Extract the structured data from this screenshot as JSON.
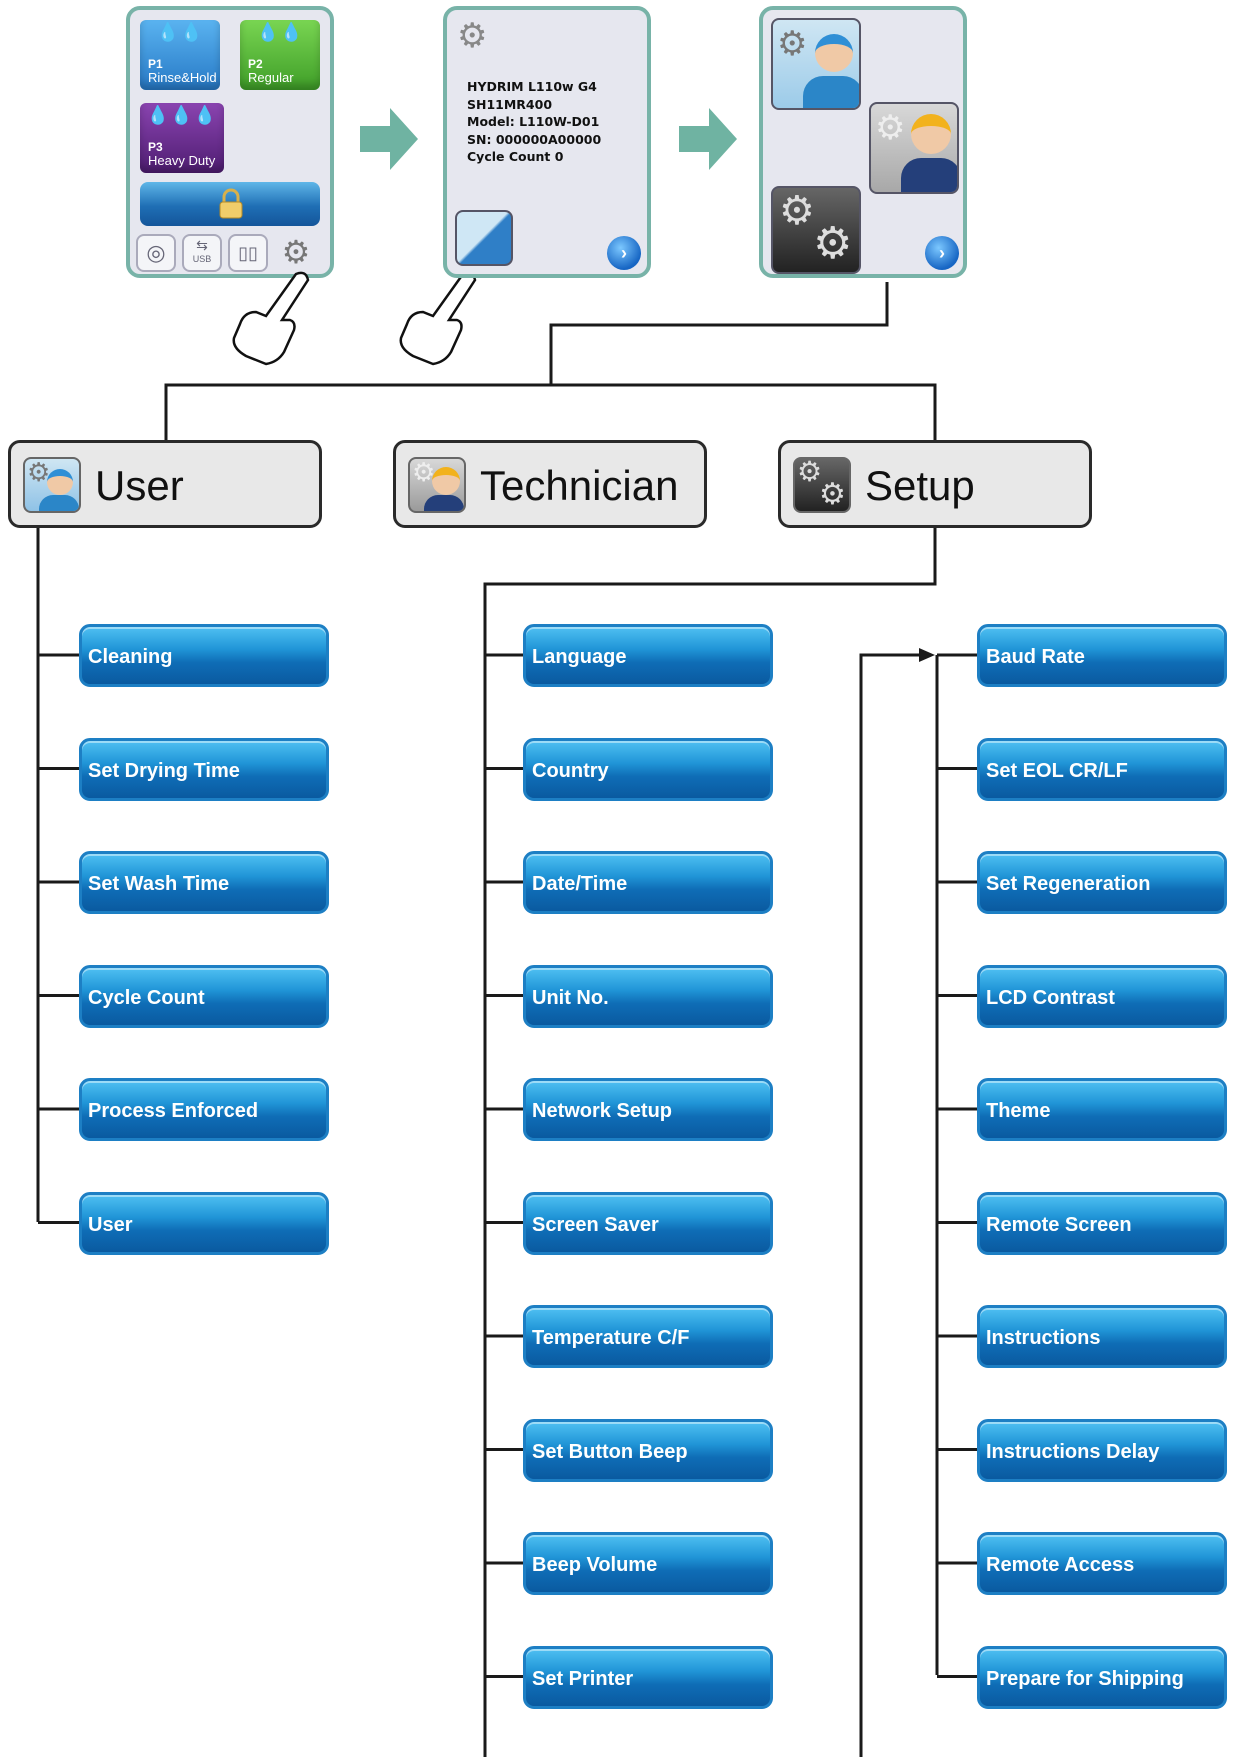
{
  "screen1": {
    "programs": [
      {
        "code": "P1",
        "label": "Rinse&Hold",
        "color": "#3c8fd6"
      },
      {
        "code": "P2",
        "label": "Regular",
        "color": "#5fbf3c"
      },
      {
        "code": "P3",
        "label": "Heavy Duty",
        "color": "#6b2f8e"
      }
    ],
    "usb_label": "USB",
    "lock_icon": "padlock-icon",
    "settings_icon": "gear-icon"
  },
  "screen2": {
    "lines": [
      "HYDRIM L110w G4",
      "SH11MR400",
      "Model: L110W-D01",
      "SN: 000000A00000",
      "Cycle Count 0"
    ],
    "next_glyph": "›"
  },
  "screen3": {
    "next_glyph": "›"
  },
  "roles": {
    "user": "User",
    "technician": "Technician",
    "setup": "Setup"
  },
  "user_menu": [
    "Cleaning",
    "Set Drying Time",
    "Set Wash Time",
    "Cycle Count",
    "Process Enforced",
    "User"
  ],
  "technician_menu": [
    "Language",
    "Country",
    "Date/Time",
    "Unit No.",
    "Network Setup",
    "Screen Saver",
    "Temperature C/F",
    "Set Button Beep",
    "Beep Volume",
    "Set Printer"
  ],
  "setup_menu": [
    "Baud Rate",
    "Set EOL CR/LF",
    "Set Regeneration",
    "LCD Contrast",
    "Theme",
    "Remote Screen",
    "Instructions",
    "Instructions Delay",
    "Remote Access",
    "Prepare for Shipping"
  ],
  "colors": {
    "arrow": "#6fb3a2",
    "frame": "#78b3a8",
    "button": "#1a86cf",
    "line": "#1a1a1a"
  }
}
